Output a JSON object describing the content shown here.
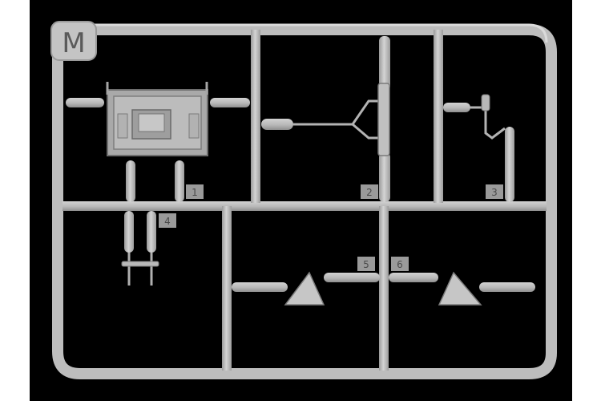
{
  "sprue": {
    "letter": "M",
    "part_numbers": [
      "1",
      "2",
      "3",
      "4",
      "5",
      "6"
    ]
  },
  "colors": {
    "background": "#000000",
    "plastic": "#b9b9b9",
    "plastic_highlight": "#d6d6d6",
    "plastic_shadow": "#8a8a8a",
    "tag": "#999999"
  }
}
